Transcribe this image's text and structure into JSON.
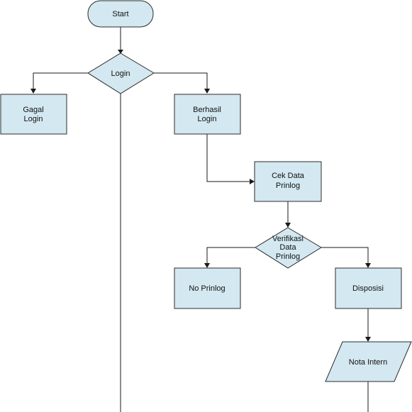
{
  "diagram": {
    "type": "flowchart",
    "nodes": [
      {
        "id": "start",
        "shape": "terminator",
        "lines": [
          "Start"
        ]
      },
      {
        "id": "login",
        "shape": "decision",
        "lines": [
          "Login"
        ]
      },
      {
        "id": "gagal",
        "shape": "process",
        "lines": [
          "Gagal",
          "Login"
        ]
      },
      {
        "id": "berhasil",
        "shape": "process",
        "lines": [
          "Berhasil",
          "Login"
        ]
      },
      {
        "id": "cek",
        "shape": "process",
        "lines": [
          "Cek Data",
          "Prinlog"
        ]
      },
      {
        "id": "verifikasi",
        "shape": "decision",
        "lines": [
          "Verifikasi",
          "Data",
          "Prinlog"
        ]
      },
      {
        "id": "noprinlog",
        "shape": "process",
        "lines": [
          "No Prinlog"
        ]
      },
      {
        "id": "disposisi",
        "shape": "process",
        "lines": [
          "Disposisi"
        ]
      },
      {
        "id": "nota",
        "shape": "data",
        "lines": [
          "Nota Intern"
        ]
      }
    ],
    "edges": [
      {
        "from": "start",
        "to": "login"
      },
      {
        "from": "login",
        "to": "gagal"
      },
      {
        "from": "login",
        "to": "berhasil"
      },
      {
        "from": "berhasil",
        "to": "cek"
      },
      {
        "from": "cek",
        "to": "verifikasi"
      },
      {
        "from": "verifikasi",
        "to": "noprinlog"
      },
      {
        "from": "verifikasi",
        "to": "disposisi"
      },
      {
        "from": "disposisi",
        "to": "nota"
      }
    ],
    "colors": {
      "fill": "#d3e8f0",
      "stroke": "#2b2b2b"
    }
  }
}
